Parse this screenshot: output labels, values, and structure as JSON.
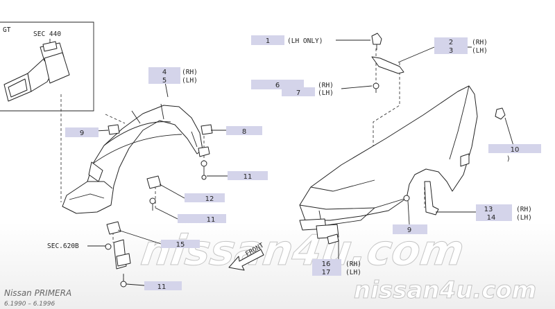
{
  "inset": {
    "variant": "GT",
    "sec_ref": "SEC 440"
  },
  "sec_ref_lower": "SEC.620B",
  "front_label": "FRONT",
  "callouts": {
    "c1": {
      "num": "1",
      "note": "(LH ONLY)"
    },
    "c2": {
      "num": "2",
      "note": "(RH)"
    },
    "c3": {
      "num": "3",
      "note": "(LH)"
    },
    "c4": {
      "num": "4",
      "note": "(RH)"
    },
    "c5": {
      "num": "5",
      "note": "(LH)"
    },
    "c6": {
      "num": "6",
      "note": "(RH)"
    },
    "c7": {
      "num": "7",
      "note": "(LH)"
    },
    "c8": {
      "num": "8"
    },
    "c9a": {
      "num": "9"
    },
    "c9b": {
      "num": "9"
    },
    "c10": {
      "num": "10",
      "note": ")"
    },
    "c11a": {
      "num": "11"
    },
    "c11b": {
      "num": "11"
    },
    "c11c": {
      "num": "11"
    },
    "c12": {
      "num": "12"
    },
    "c13": {
      "num": "13",
      "note": "(RH)"
    },
    "c14": {
      "num": "14",
      "note": "(LH)"
    },
    "c15": {
      "num": "15"
    },
    "c16": {
      "num": "16",
      "note": "(RH)"
    },
    "c17": {
      "num": "17",
      "note": "(LH)"
    }
  },
  "footer": {
    "model": "Nissan PRIMERA",
    "years": "6.1990 – 6.1996"
  },
  "watermark": "nissan4u.com"
}
